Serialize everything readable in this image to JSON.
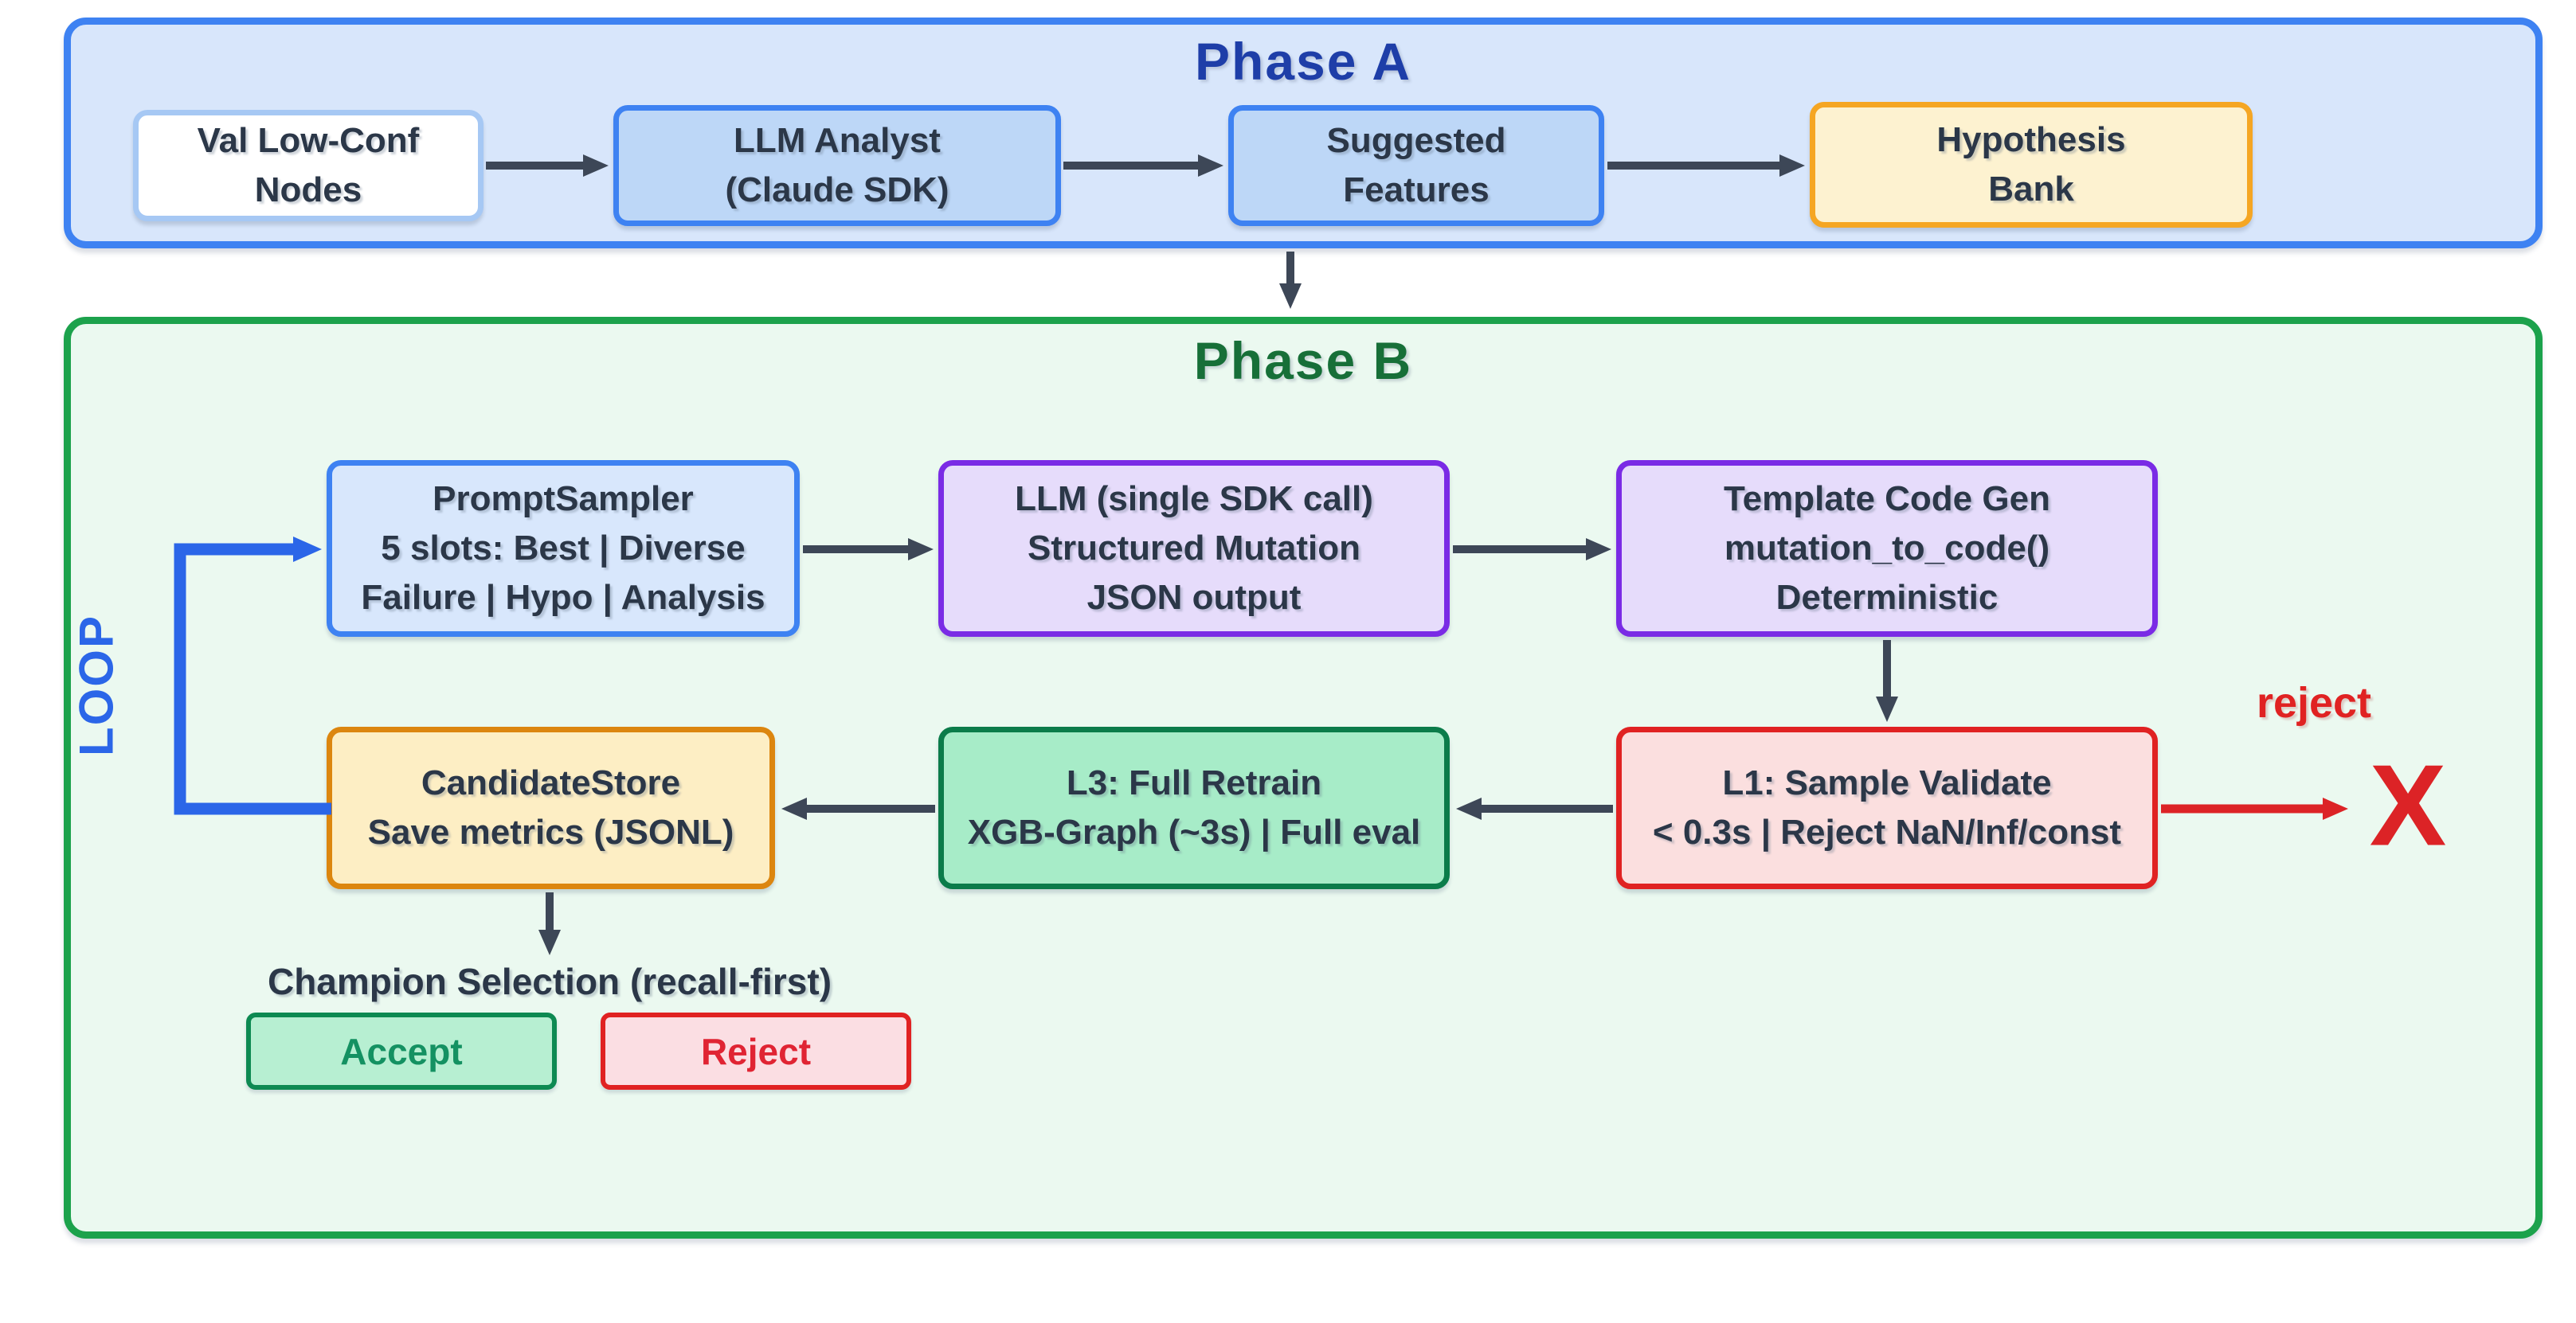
{
  "diagram": {
    "phase_a": {
      "title": "Phase A",
      "nodes": {
        "val_low_conf": {
          "lines": [
            "Val Low-Conf",
            "Nodes"
          ]
        },
        "llm_analyst": {
          "lines": [
            "LLM Analyst",
            "(Claude SDK)"
          ]
        },
        "suggested_features": {
          "lines": [
            "Suggested",
            "Features"
          ]
        },
        "hypothesis_bank": {
          "lines": [
            "Hypothesis",
            "Bank"
          ]
        }
      }
    },
    "phase_b": {
      "title": "Phase B",
      "loop_label": "LOOP",
      "nodes": {
        "prompt_sampler": {
          "lines": [
            "PromptSampler",
            "5 slots: Best | Diverse",
            "Failure | Hypo | Analysis"
          ]
        },
        "llm_mutation": {
          "lines": [
            "LLM (single SDK call)",
            "Structured Mutation",
            "JSON output"
          ]
        },
        "template_code_gen": {
          "lines": [
            "Template Code Gen",
            "mutation_to_code()",
            "Deterministic"
          ]
        },
        "candidate_store": {
          "lines": [
            "CandidateStore",
            "Save metrics (JSONL)"
          ]
        },
        "l3_full_retrain": {
          "lines": [
            "L3: Full Retrain",
            "XGB-Graph (~3s) | Full eval"
          ]
        },
        "l1_sample_validate": {
          "lines": [
            "L1: Sample Validate",
            "< 0.3s | Reject NaN/Inf/const"
          ]
        }
      },
      "reject_path": {
        "label": "reject",
        "terminal_mark": "X"
      },
      "champion": {
        "heading": "Champion Selection (recall-first)",
        "accept_label": "Accept",
        "reject_label": "Reject"
      }
    },
    "colors": {
      "phase_a_fill": "#d8e6fb",
      "phase_a_border": "#3e82f2",
      "phase_a_title": "#1e3ea8",
      "phase_b_fill": "#ebf9f0",
      "phase_b_border": "#1ca24c",
      "phase_b_title": "#176f38",
      "blue_node_fill": "#bdd7f7",
      "purple_border": "#7a2be5",
      "purple_fill": "#e6dcfb",
      "orange_border": "#dc860f",
      "orange_fill": "#fdeec4",
      "yellow_fill": "#fdf2d0",
      "yellow_border": "#f5a623",
      "green_node_fill": "#a7ecc8",
      "green_node_border": "#0b7c4a",
      "red_border": "#e02222",
      "red_fill": "#fbdfdf",
      "arrow_dark": "#3d4757",
      "loop_blue": "#2b66e8",
      "reject_red": "#dc2326",
      "node_text": "#2b3748"
    }
  }
}
